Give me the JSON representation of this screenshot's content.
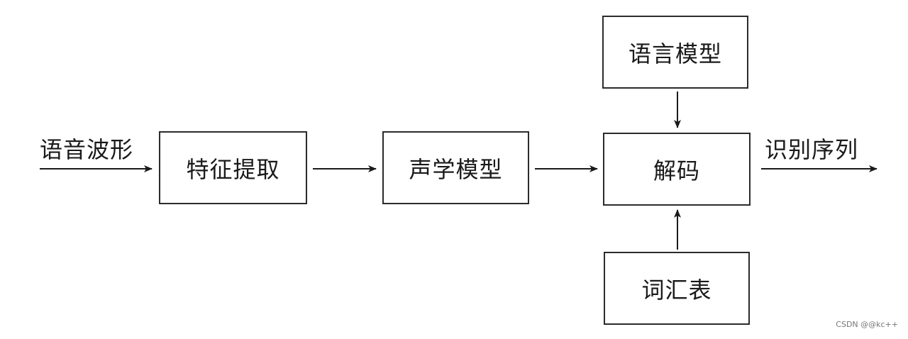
{
  "nodes": {
    "feature_extraction": "特征提取",
    "acoustic_model": "声学模型",
    "decoder": "解码",
    "language_model": "语言模型",
    "lexicon": "词汇表"
  },
  "labels": {
    "input": "语音波形",
    "output": "识别序列"
  },
  "watermark": "CSDN @@kc++"
}
